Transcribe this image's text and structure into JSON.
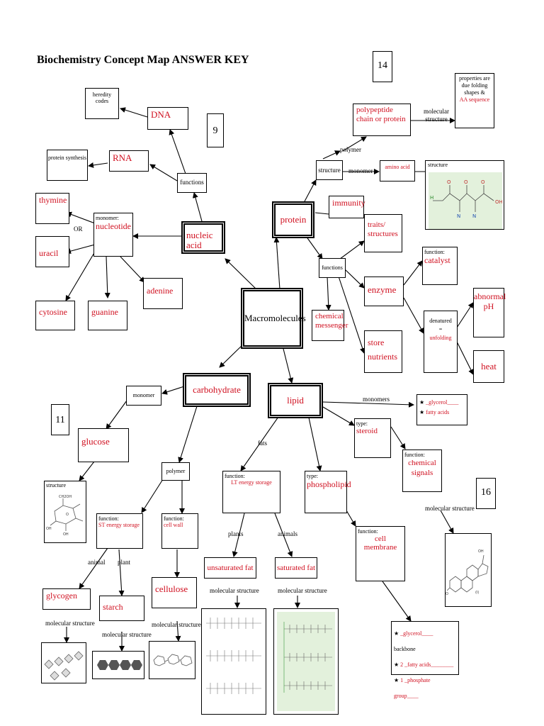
{
  "title": "Biochemistry Concept Map ANSWER KEY",
  "question_numbers": {
    "q9": "9",
    "q11": "11",
    "q14": "14",
    "q16": "16"
  },
  "center": "Macromolecules",
  "nucleic": {
    "name": "nucleic acid",
    "functions": "functions",
    "dna": "DNA",
    "rna": "RNA",
    "heredity": "heredity codes",
    "protein_synthesis": "protein synthesis",
    "monomer_label": "monomer:",
    "monomer": "nucleotide",
    "or": "OR",
    "thymine": "thymine",
    "uracil": "uracil",
    "cytosine": "cytosine",
    "guanine": "guanine",
    "adenine": "adenine"
  },
  "protein": {
    "name": "protein",
    "structure": "structure",
    "polymer": "polymer",
    "monomer_arrow": "monomer",
    "polypeptide": "polypeptide chain or protein",
    "molecular_structure": "molecular structure",
    "properties_text": "properties are due folding shapes &",
    "properties_red": "AA sequence",
    "amino_acid": "amino acid",
    "structure2": "structure",
    "immunity": "immunity",
    "functions": "functions",
    "traits": "traits/ structures",
    "enzyme": "enzyme",
    "chemical_messenger": "chemical messenger",
    "store_nutrients": "store nutrients",
    "function_label": "function:",
    "catalyst": "catalyst",
    "denatured": "denatured",
    "equals": "=",
    "unfolding": "unfolding",
    "abnormal_ph": "abnormal pH",
    "heat": "heat"
  },
  "carb": {
    "name": "carbohydrate",
    "monomer": "monomer",
    "glucose": "glucose",
    "structure": "structure",
    "polymer": "polymer",
    "function_label": "function:",
    "st_energy": "ST energy storage",
    "cell_wall": "cell wall",
    "animal": "animal",
    "plant": "plant",
    "glycogen": "glycogen",
    "starch": "starch",
    "cellulose": "cellulose",
    "molecular_structure": "molecular structure"
  },
  "lipid": {
    "name": "lipid",
    "monomers": "monomers",
    "glycerol": "_glycerol____",
    "fatty_acids": "fatty acids",
    "fats": "fats",
    "function_label": "function:",
    "lt_energy": "LT energy storage",
    "plants": "plants",
    "animals": "animals",
    "unsaturated": "unsaturated fat",
    "saturated": "saturated fat",
    "molecular_structure": "molecular structure",
    "type_label": "type:",
    "phospholipid": "phospholipid",
    "steroid": "steroid",
    "chemical_signals": "chemical signals",
    "cell_membrane": "cell membrane",
    "pl_glycerol": "_glycerol____",
    "pl_backbone": "backbone",
    "pl_fatty": "2 _fatty acids________",
    "pl_phosphate": "1 _phosphate group____"
  },
  "colors": {
    "answer": "#d01020",
    "line": "#000000",
    "leaf_bg": "#e3f1dc"
  }
}
